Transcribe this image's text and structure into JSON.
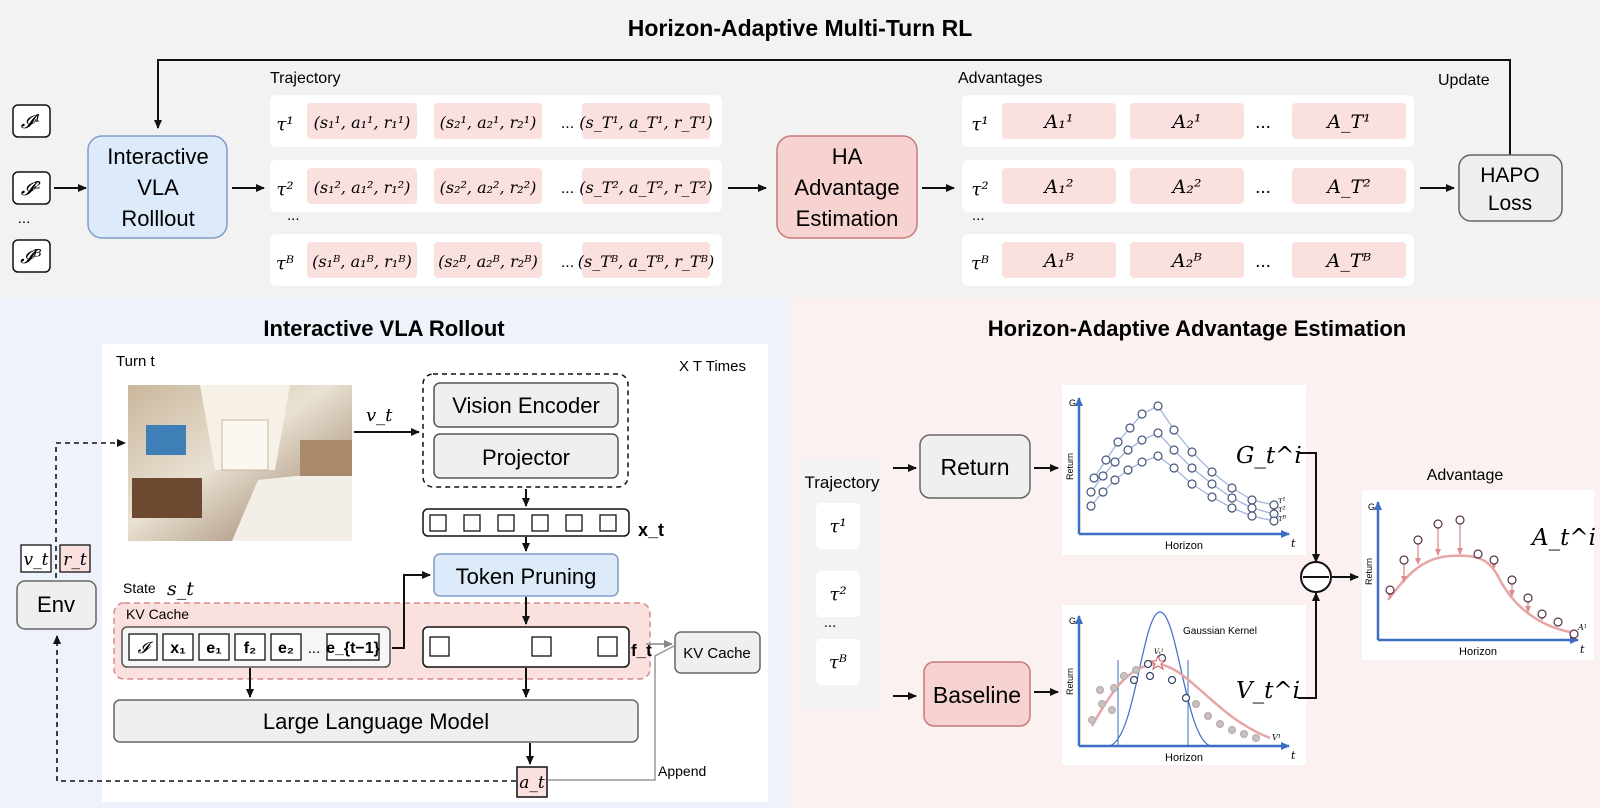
{
  "top": {
    "title": "Horizon-Adaptive Multi-Turn RL",
    "trajectory_label": "Trajectory",
    "advantages_label": "Advantages",
    "update_label": "Update",
    "instructions": [
      "𝓘¹",
      "𝓘²",
      "...",
      "𝓘ᴮ"
    ],
    "rollout_box": [
      "Interactive",
      "VLA",
      "Rolllout"
    ],
    "traj_rows": [
      {
        "tau": "τ¹",
        "cells": [
          "(s₁¹, a₁¹, r₁¹)",
          "(s₂¹, a₂¹, r₂¹)",
          "...",
          "(s_T¹, a_T¹, r_T¹)"
        ]
      },
      {
        "tau": "τ²",
        "cells": [
          "(s₁², a₁², r₁²)",
          "(s₂², a₂², r₂²)",
          "...",
          "(s_T², a_T², r_T²)"
        ]
      },
      {
        "tau": "τᴮ",
        "cells": [
          "(s₁ᴮ, a₁ᴮ, r₁ᴮ)",
          "(s₂ᴮ, a₂ᴮ, r₂ᴮ)",
          "...",
          "(s_Tᴮ, a_Tᴮ, r_Tᴮ)"
        ]
      }
    ],
    "row_ellipsis": "...",
    "ha_box": [
      "HA",
      "Advantage",
      "Estimation"
    ],
    "adv_rows": [
      {
        "tau": "τ¹",
        "cells": [
          "A₁¹",
          "A₂¹",
          "...",
          "A_T¹"
        ]
      },
      {
        "tau": "τ²",
        "cells": [
          "A₁²",
          "A₂²",
          "...",
          "A_T²"
        ]
      },
      {
        "tau": "τᴮ",
        "cells": [
          "A₁ᴮ",
          "A₂ᴮ",
          "...",
          "A_Tᴮ"
        ]
      }
    ],
    "hapo_box": [
      "HAPO",
      "Loss"
    ]
  },
  "rollout_panel": {
    "title": "Interactive VLA Rollout",
    "turn_label": "Turn t",
    "times_label": "X T Times",
    "vt_label": "v_t",
    "vision_encoder": "Vision Encoder",
    "projector": "Projector",
    "xt_label": "x_t",
    "token_pruning": "Token Pruning",
    "state_label": "State",
    "state_symbol": "s_t",
    "kv_cache_label": "KV Cache",
    "cache_tokens": [
      "𝓘",
      "x₁",
      "e₁",
      "f₂",
      "e₂",
      "...",
      "e_{t−1}"
    ],
    "ft_label": "f_t",
    "kv_cache_box": "KV Cache",
    "llm": "Large Language Model",
    "at_label": "a_t",
    "append_label": "Append",
    "env": "Env",
    "env_vt": "v_t",
    "env_rt": "r_t"
  },
  "estimation_panel": {
    "title": "Horizon-Adaptive Advantage Estimation",
    "trajectory_label": "Trajectory",
    "taus": [
      "τ¹",
      "τ²",
      "...",
      "τᴮ"
    ],
    "return_box": "Return",
    "baseline_box": "Baseline",
    "gti_label": "G_t^i",
    "vti_label": "V_t^i",
    "ati_label": "A_t^i",
    "advantage_title": "Advantage",
    "gaussian_kernel": "Gaussian Kernel",
    "axis_g": "G",
    "axis_return": "Return",
    "axis_horizon": "Horizon",
    "axis_t": "t",
    "curve_labels_return": [
      "τ¹",
      "τ²",
      "τᴮ"
    ],
    "curve_label_baseline": "V¹",
    "curve_label_adv": "A¹",
    "star_label": "Vₜ¹"
  },
  "colors": {
    "pink_cell": "#fbe0e0",
    "blue_box": "#dceaf9",
    "red_box": "#f6d3d1",
    "gray_box": "#efefef",
    "axis_blue": "#3f6cc4",
    "curve_pink": "#e8a5a5",
    "top_bg": "#f2f2f2",
    "left_bg": "#eef3fb",
    "right_bg": "#fbf1f0"
  }
}
